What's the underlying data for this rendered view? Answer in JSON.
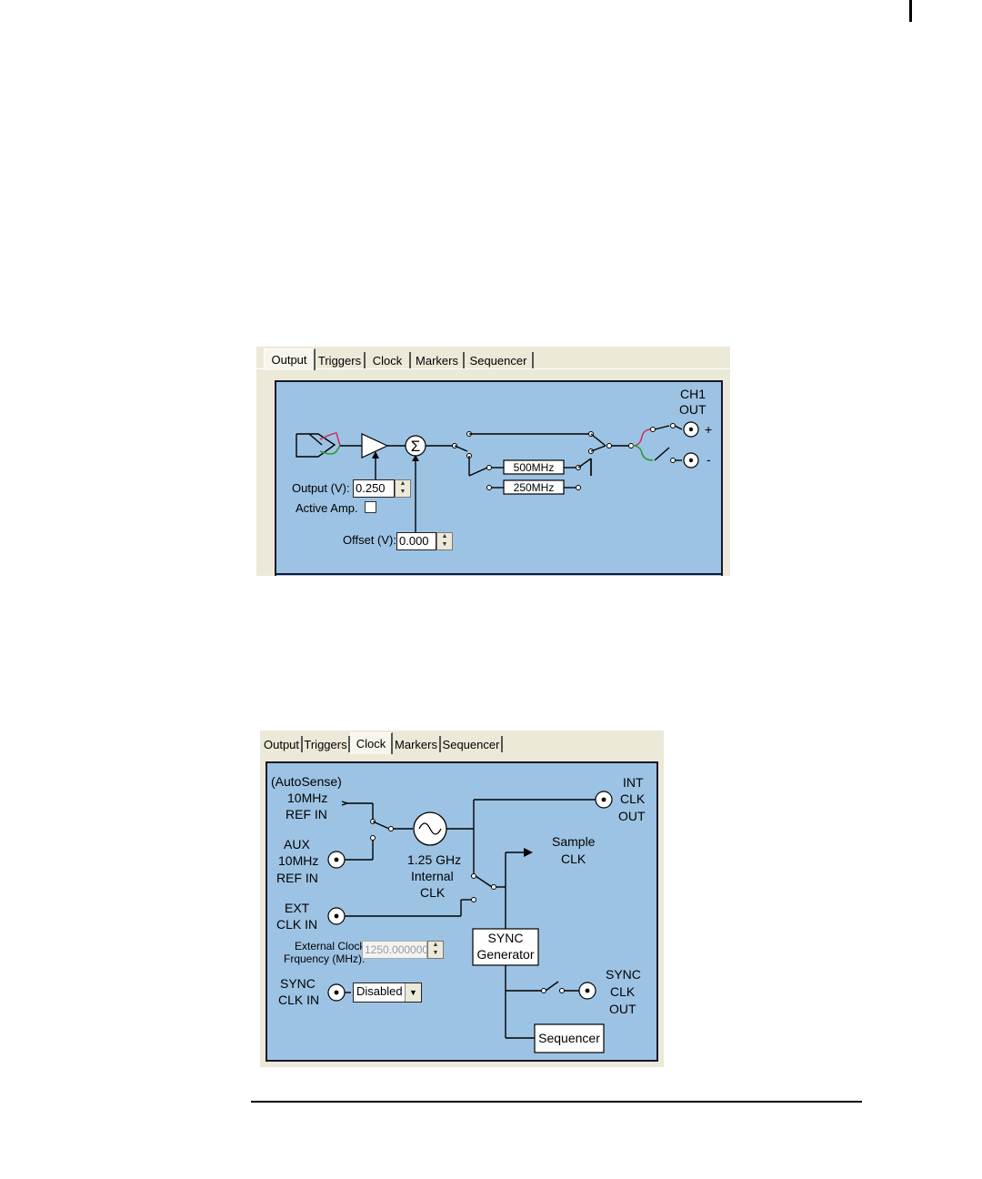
{
  "output_panel": {
    "tabs": [
      {
        "label": "Output",
        "active": true
      },
      {
        "label": "Triggers",
        "active": false
      },
      {
        "label": "Clock",
        "active": false
      },
      {
        "label": "Markers",
        "active": false
      },
      {
        "label": "Sequencer",
        "active": false
      }
    ],
    "ch1_label_line1": "CH1",
    "ch1_label_line2": "OUT",
    "plus_label": "+",
    "minus_label": "-",
    "sigma_symbol": "Σ",
    "filter_500": "500MHz",
    "filter_250": "250MHz",
    "output_label": "Output  (V):",
    "output_value": "0.250",
    "active_amp_label": "Active Amp.",
    "active_amp_checked": false,
    "offset_label": "Offset (V):",
    "offset_value": "0.000",
    "colors": {
      "diagram_bg": "#9dc3e4",
      "positive_wire": "#cc3366",
      "negative_wire": "#2f9a3a"
    }
  },
  "clock_panel": {
    "tabs": [
      {
        "label": "Output",
        "active": false
      },
      {
        "label": "Triggers",
        "active": false
      },
      {
        "label": "Clock",
        "active": true
      },
      {
        "label": "Markers",
        "active": false
      },
      {
        "label": "Sequencer",
        "active": false
      }
    ],
    "autosense_label": "(AutoSense)",
    "ref_in_line1": "10MHz",
    "ref_in_line2": "REF IN",
    "aux_line1": "AUX",
    "aux_line2": "10MHz",
    "aux_line3": "REF IN",
    "internal_clk_line1": "1.25 GHz",
    "internal_clk_line2": "Internal",
    "internal_clk_line3": "CLK",
    "int_clk_out_line1": "INT",
    "int_clk_out_line2": "CLK",
    "int_clk_out_line3": "OUT",
    "sample_clk_line1": "Sample",
    "sample_clk_line2": "CLK",
    "ext_clk_line1": "EXT",
    "ext_clk_line2": "CLK IN",
    "ext_freq_line1": "External Clock",
    "ext_freq_line2": "Frquency (MHz):",
    "ext_freq_value": "1250.000000",
    "sync_gen_line1": "SYNC",
    "sync_gen_line2": "Generator",
    "sync_clk_in_line1": "SYNC",
    "sync_clk_in_line2": "CLK IN",
    "sync_clk_in_select": "Disabled",
    "sync_clk_out_line1": "SYNC",
    "sync_clk_out_line2": "CLK",
    "sync_clk_out_line3": "OUT",
    "sequencer_box": "Sequencer"
  }
}
